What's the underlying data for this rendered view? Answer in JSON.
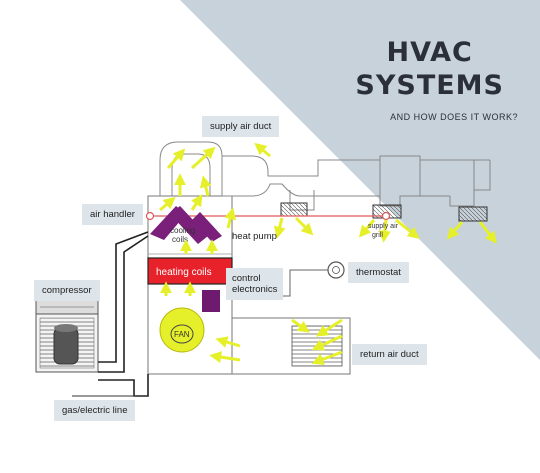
{
  "header": {
    "title_line1": "HVAC",
    "title_line2": "SYSTEMS",
    "subtitle": "AND HOW DOES IT WORK?"
  },
  "labels": {
    "supply_air_duct": "supply air duct",
    "air_handler": "air handler",
    "heat_pump": "heat pump",
    "compressor": "compressor",
    "control_electronics_line1": "control",
    "control_electronics_line2": "electronics",
    "thermostat": "thermostat",
    "return_air_duct": "return air duct",
    "gas_electric_line": "gas/electric line"
  },
  "component_text": {
    "cooling_coils_line1": "cooling",
    "cooling_coils_line2": "coils",
    "heating_coils": "heating coils",
    "fan": "FAN",
    "supply_air_grill_line1": "supply air",
    "supply_air_grill_line2": "grill"
  },
  "colors": {
    "background_shape": "#c7d2da",
    "label_box": "#dde5eb",
    "arrow": "#e6f02a",
    "heating_coils": "#e8222a",
    "cooling_coils": "#7a1f7a",
    "control_box": "#6e1a6e",
    "red_line": "#e05a5a"
  }
}
